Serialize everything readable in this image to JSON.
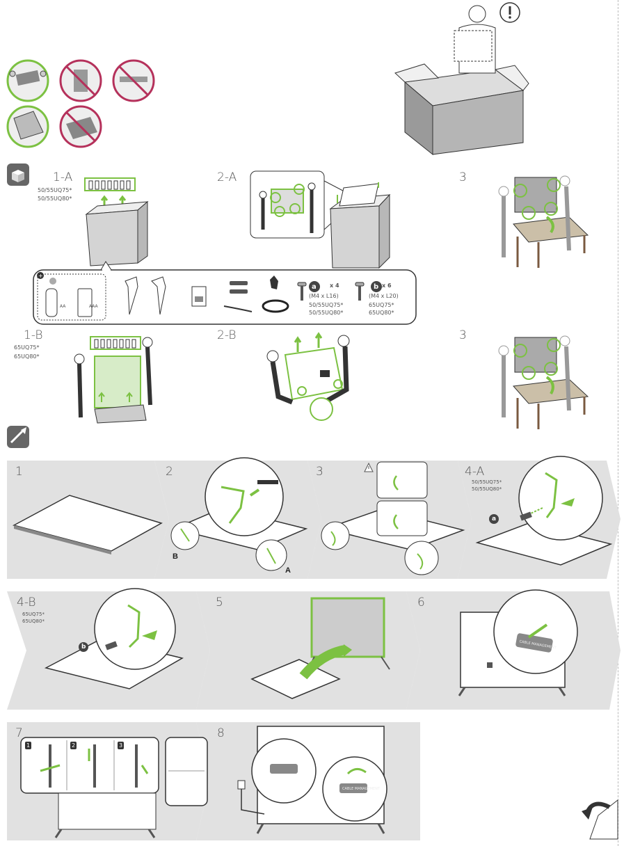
{
  "colors": {
    "green": "#7cc142",
    "red": "#b5315b",
    "gray": "#e1e1e1",
    "line": "#333333"
  },
  "unpack": {
    "step_1a": "1-A",
    "models_1a": [
      "50/55UQ75*",
      "50/55UQ80*"
    ],
    "step_2a": "2-A",
    "step_3a": "3",
    "step_1b": "1-B",
    "models_1b": [
      "65UQ75*",
      "65UQ80*"
    ],
    "step_2b": "2-B",
    "step_3b": "3",
    "screw_a": {
      "letter": "a",
      "qty": "x 4",
      "size": "(M4 x L16)",
      "models": [
        "50/55UQ75*",
        "50/55UQ80*"
      ]
    },
    "screw_b": {
      "letter": "b",
      "qty": "x 6",
      "size": "(M4 x L20)",
      "models": [
        "65UQ75*",
        "65UQ80*"
      ]
    },
    "remote_battery_1": "AA",
    "remote_battery_2": "AAA"
  },
  "assembly": {
    "s1": "1",
    "s2": "2",
    "s2_label_b": "B",
    "s2_label_a": "A",
    "s3": "3",
    "s4a": "4-A",
    "s4a_models": [
      "50/55UQ75*",
      "50/55UQ80*"
    ],
    "s4a_screw": "a",
    "s4b": "4-B",
    "s4b_models": [
      "65UQ75*",
      "65UQ80*"
    ],
    "s4b_screw": "b",
    "s5": "5",
    "s6": "6",
    "s6_clip": "CABLE MANAGEMENT",
    "s7": "7",
    "s7_sub": [
      "1",
      "2",
      "3"
    ],
    "s8": "8",
    "s8_clip": "CABLE MANAGEMENT"
  },
  "icons": [
    "warning-icon",
    "box-icon",
    "brush-icon",
    "lock-icon",
    "page-turn-icon"
  ]
}
